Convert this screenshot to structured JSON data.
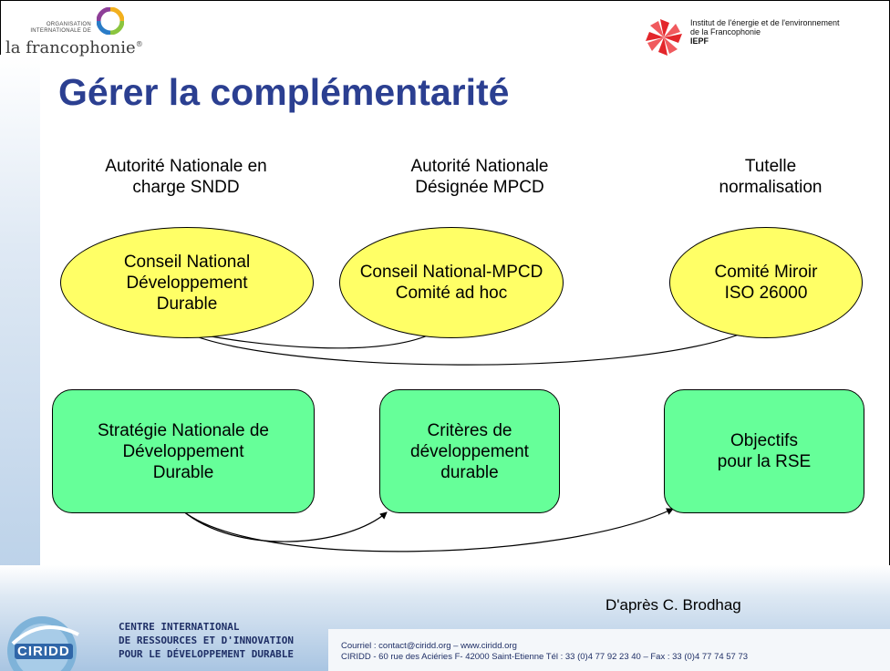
{
  "header": {
    "oif_small": "ORGANISATION\nINTERNATIONALE DE",
    "oif_name": "la francophonie",
    "oif_reg": "®",
    "iepf_line1": "Institut de l'énergie et de l'environnement",
    "iepf_line2": "de la Francophonie",
    "iepf_line3": "IEPF"
  },
  "title": "Gérer la complémentarité",
  "authorities": [
    {
      "line1": "Autorité Nationale en",
      "line2": "charge SNDD"
    },
    {
      "line1": "Autorité Nationale",
      "line2": "Désignée MPCD"
    },
    {
      "line1": "Tutelle",
      "line2": "normalisation"
    }
  ],
  "ellipses": [
    {
      "lines": [
        "Conseil National",
        "Développement",
        "Durable"
      ]
    },
    {
      "lines": [
        "Conseil National-MPCD",
        "Comité ad hoc"
      ]
    },
    {
      "lines": [
        "Comité Miroir",
        "ISO 26000"
      ]
    }
  ],
  "boxes": [
    {
      "lines": [
        "Stratégie Nationale de",
        "Développement",
        "Durable"
      ]
    },
    {
      "lines": [
        "Critères de",
        "développement",
        "durable"
      ]
    },
    {
      "lines": [
        "Objectifs",
        "pour la RSE"
      ]
    }
  ],
  "credit": "D'après C. Brodhag",
  "footer": {
    "ciridd_badge": "CIRIDD",
    "ciridd_line1": "CENTRE INTERNATIONAL",
    "ciridd_line2": "DE RESSOURCES ET D'INNOVATION",
    "ciridd_line3": "POUR LE DÉVELOPPEMENT DURABLE",
    "contact_line1": "Courriel : contact@ciridd.org – www.ciridd.org",
    "contact_line2": "CIRIDD -  60 rue des Aciéries F- 42000 Saint-Etienne Tél : 33 (0)4 77 92 23 40 – Fax : 33 (0)4 77 74 57 73"
  },
  "colors": {
    "title": "#2b3f91",
    "ellipse_fill": "#ffff66",
    "box_fill": "#66ff99",
    "background_band": "#a9c5e2"
  }
}
